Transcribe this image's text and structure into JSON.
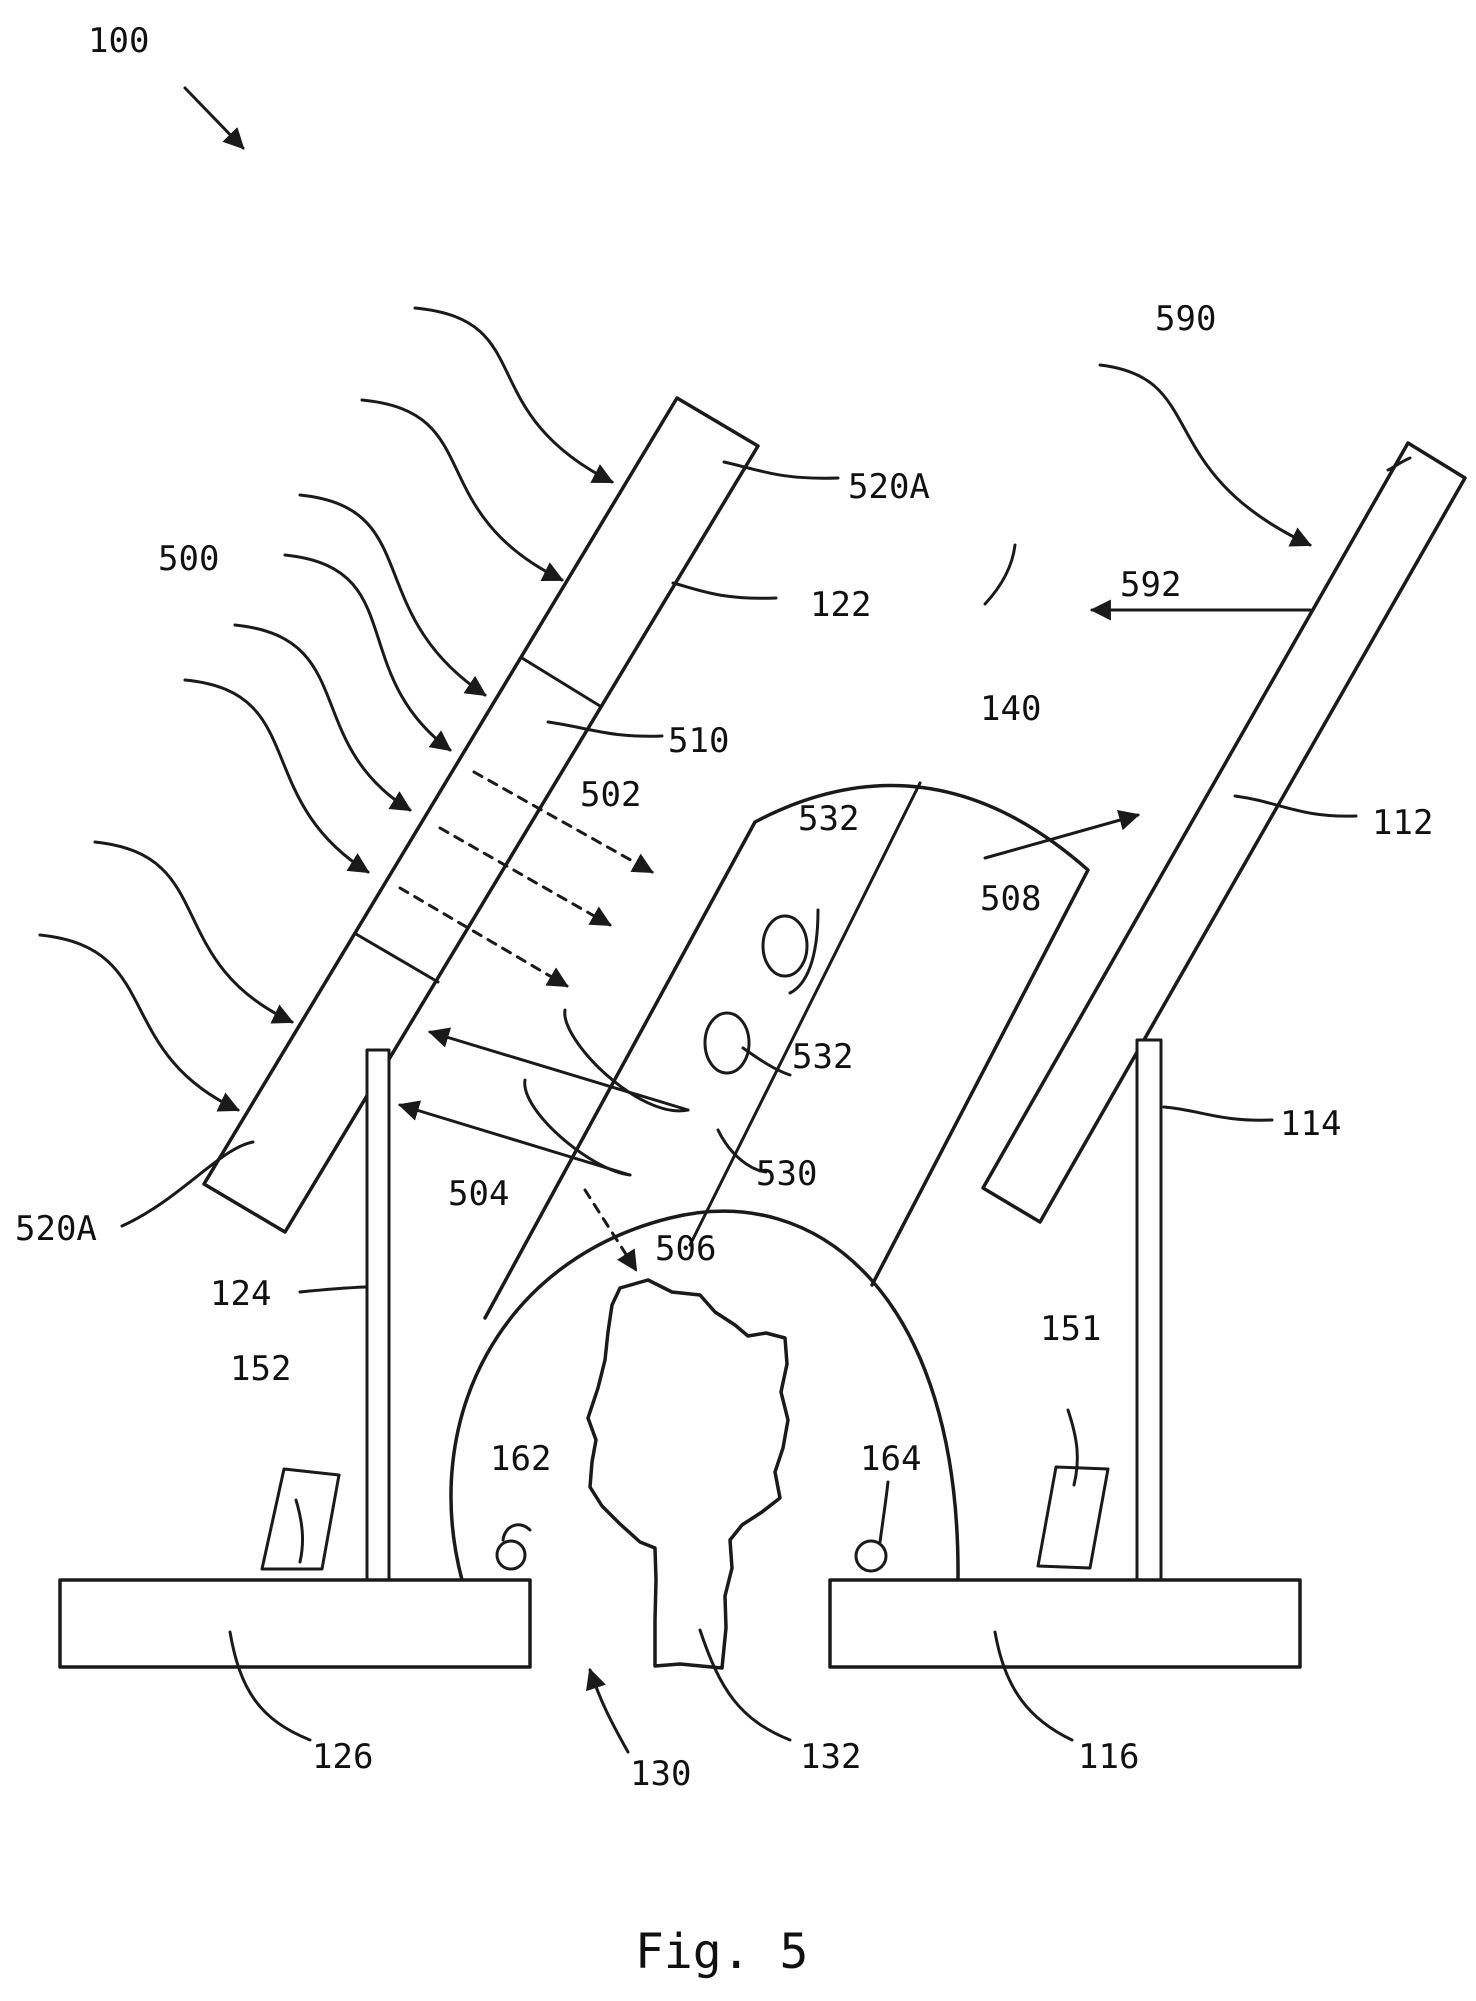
{
  "figure": {
    "caption": "Fig. 5",
    "labels": {
      "ref_100": "100",
      "ref_590": "590",
      "ref_520a_top": "520A",
      "ref_520a_bottom": "520A",
      "ref_122": "122",
      "ref_500": "500",
      "ref_510": "510",
      "ref_502": "502",
      "ref_140": "140",
      "ref_592": "592",
      "ref_532_top": "532",
      "ref_532_bottom": "532",
      "ref_508": "508",
      "ref_112": "112",
      "ref_114": "114",
      "ref_530": "530",
      "ref_504": "504",
      "ref_506": "506",
      "ref_124": "124",
      "ref_152": "152",
      "ref_151": "151",
      "ref_162": "162",
      "ref_164": "164",
      "ref_126": "126",
      "ref_130": "130",
      "ref_132": "132",
      "ref_116": "116"
    }
  }
}
